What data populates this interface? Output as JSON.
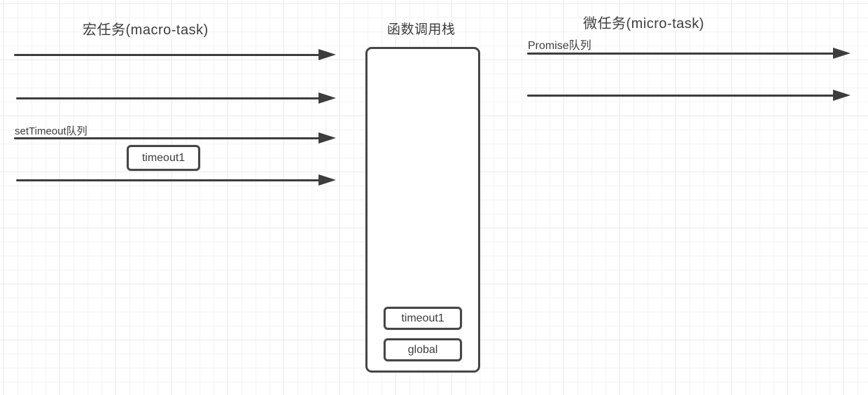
{
  "diagram": {
    "macro": {
      "title": "宏任务(macro-task)",
      "queue_label": "setTimeout队列",
      "task_box_label": "timeout1",
      "arrow_count": 4
    },
    "stack": {
      "title": "函数调用栈",
      "frames": [
        "timeout1",
        "global"
      ]
    },
    "micro": {
      "title": "微任务(micro-task)",
      "queue_label": "Promise队列",
      "arrow_count": 2
    },
    "colors": {
      "ink": "#3d3d3d",
      "box_border": "#464646",
      "background": "#ffffff",
      "grid_minor": "#f4f4f4",
      "grid_major": "#e9e9e9"
    }
  }
}
